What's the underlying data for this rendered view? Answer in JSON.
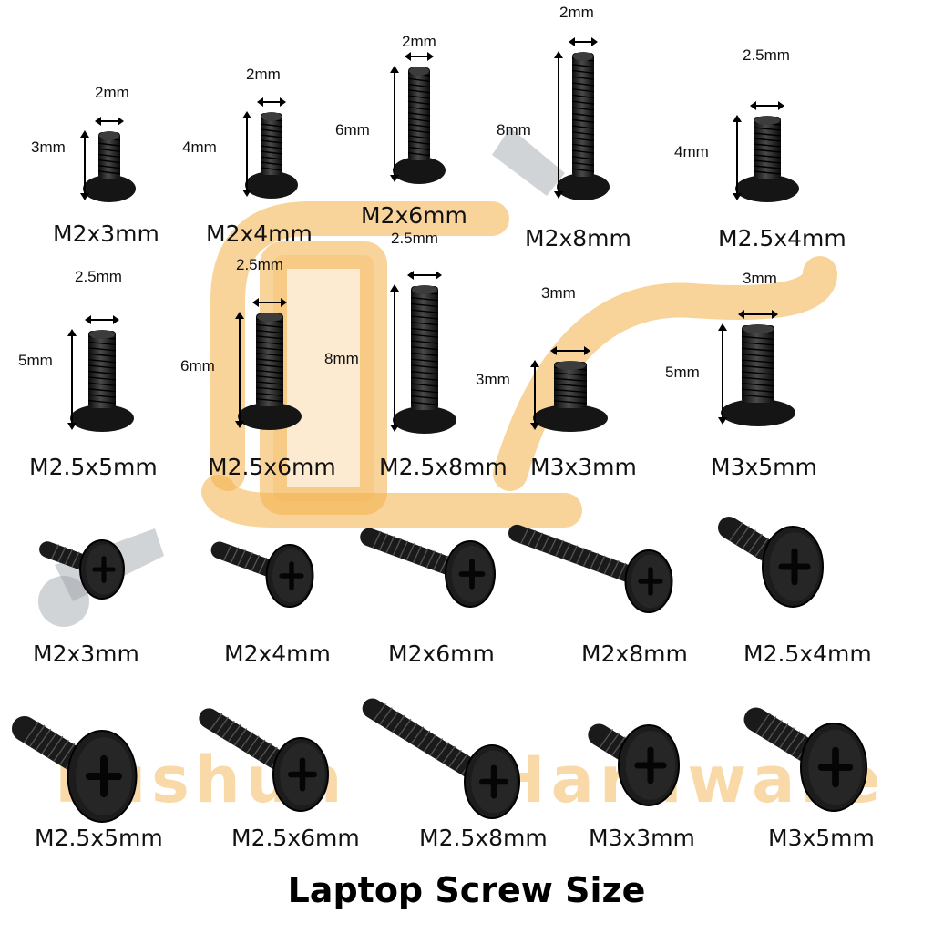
{
  "title": "Laptop Screw Size",
  "watermark": {
    "left": "Fushun",
    "right": "Hardware",
    "color": "#f2b048"
  },
  "side_view_rows": [
    [
      {
        "label": "M2x3mm",
        "width_dim": "2mm",
        "length_dim": "3mm",
        "diameter": 2,
        "length": 3
      },
      {
        "label": "M2x4mm",
        "width_dim": "2mm",
        "length_dim": "4mm",
        "diameter": 2,
        "length": 4
      },
      {
        "label": "M2x6mm",
        "width_dim": "2mm",
        "length_dim": "6mm",
        "diameter": 2,
        "length": 6
      },
      {
        "label": "M2x8mm",
        "width_dim": "2mm",
        "length_dim": "8mm",
        "diameter": 2,
        "length": 8
      },
      {
        "label": "M2.5x4mm",
        "width_dim": "2.5mm",
        "length_dim": "4mm",
        "diameter": 2.5,
        "length": 4
      }
    ],
    [
      {
        "label": "M2.5x5mm",
        "width_dim": "2.5mm",
        "length_dim": "5mm",
        "diameter": 2.5,
        "length": 5
      },
      {
        "label": "M2.5x6mm",
        "width_dim": "2.5mm",
        "length_dim": "6mm",
        "diameter": 2.5,
        "length": 6
      },
      {
        "label": "M2.5x8mm",
        "width_dim": "2.5mm",
        "length_dim": "8mm",
        "diameter": 2.5,
        "length": 8
      },
      {
        "label": "M3x3mm",
        "width_dim": "3mm",
        "length_dim": "3mm",
        "diameter": 3,
        "length": 3
      },
      {
        "label": "M3x5mm",
        "width_dim": "3mm",
        "length_dim": "5mm",
        "diameter": 3,
        "length": 5
      }
    ]
  ],
  "angled_view_rows": [
    [
      {
        "label": "M2x3mm",
        "length": 3
      },
      {
        "label": "M2x4mm",
        "length": 4
      },
      {
        "label": "M2x6mm",
        "length": 6
      },
      {
        "label": "M2x8mm",
        "length": 8
      },
      {
        "label": "M2.5x4mm",
        "length": 4
      }
    ],
    [
      {
        "label": "M2.5x5mm",
        "length": 5
      },
      {
        "label": "M2.5x6mm",
        "length": 6
      },
      {
        "label": "M2.5x8mm",
        "length": 8
      },
      {
        "label": "M3x3mm",
        "length": 3
      },
      {
        "label": "M3x5mm",
        "length": 5
      }
    ]
  ]
}
